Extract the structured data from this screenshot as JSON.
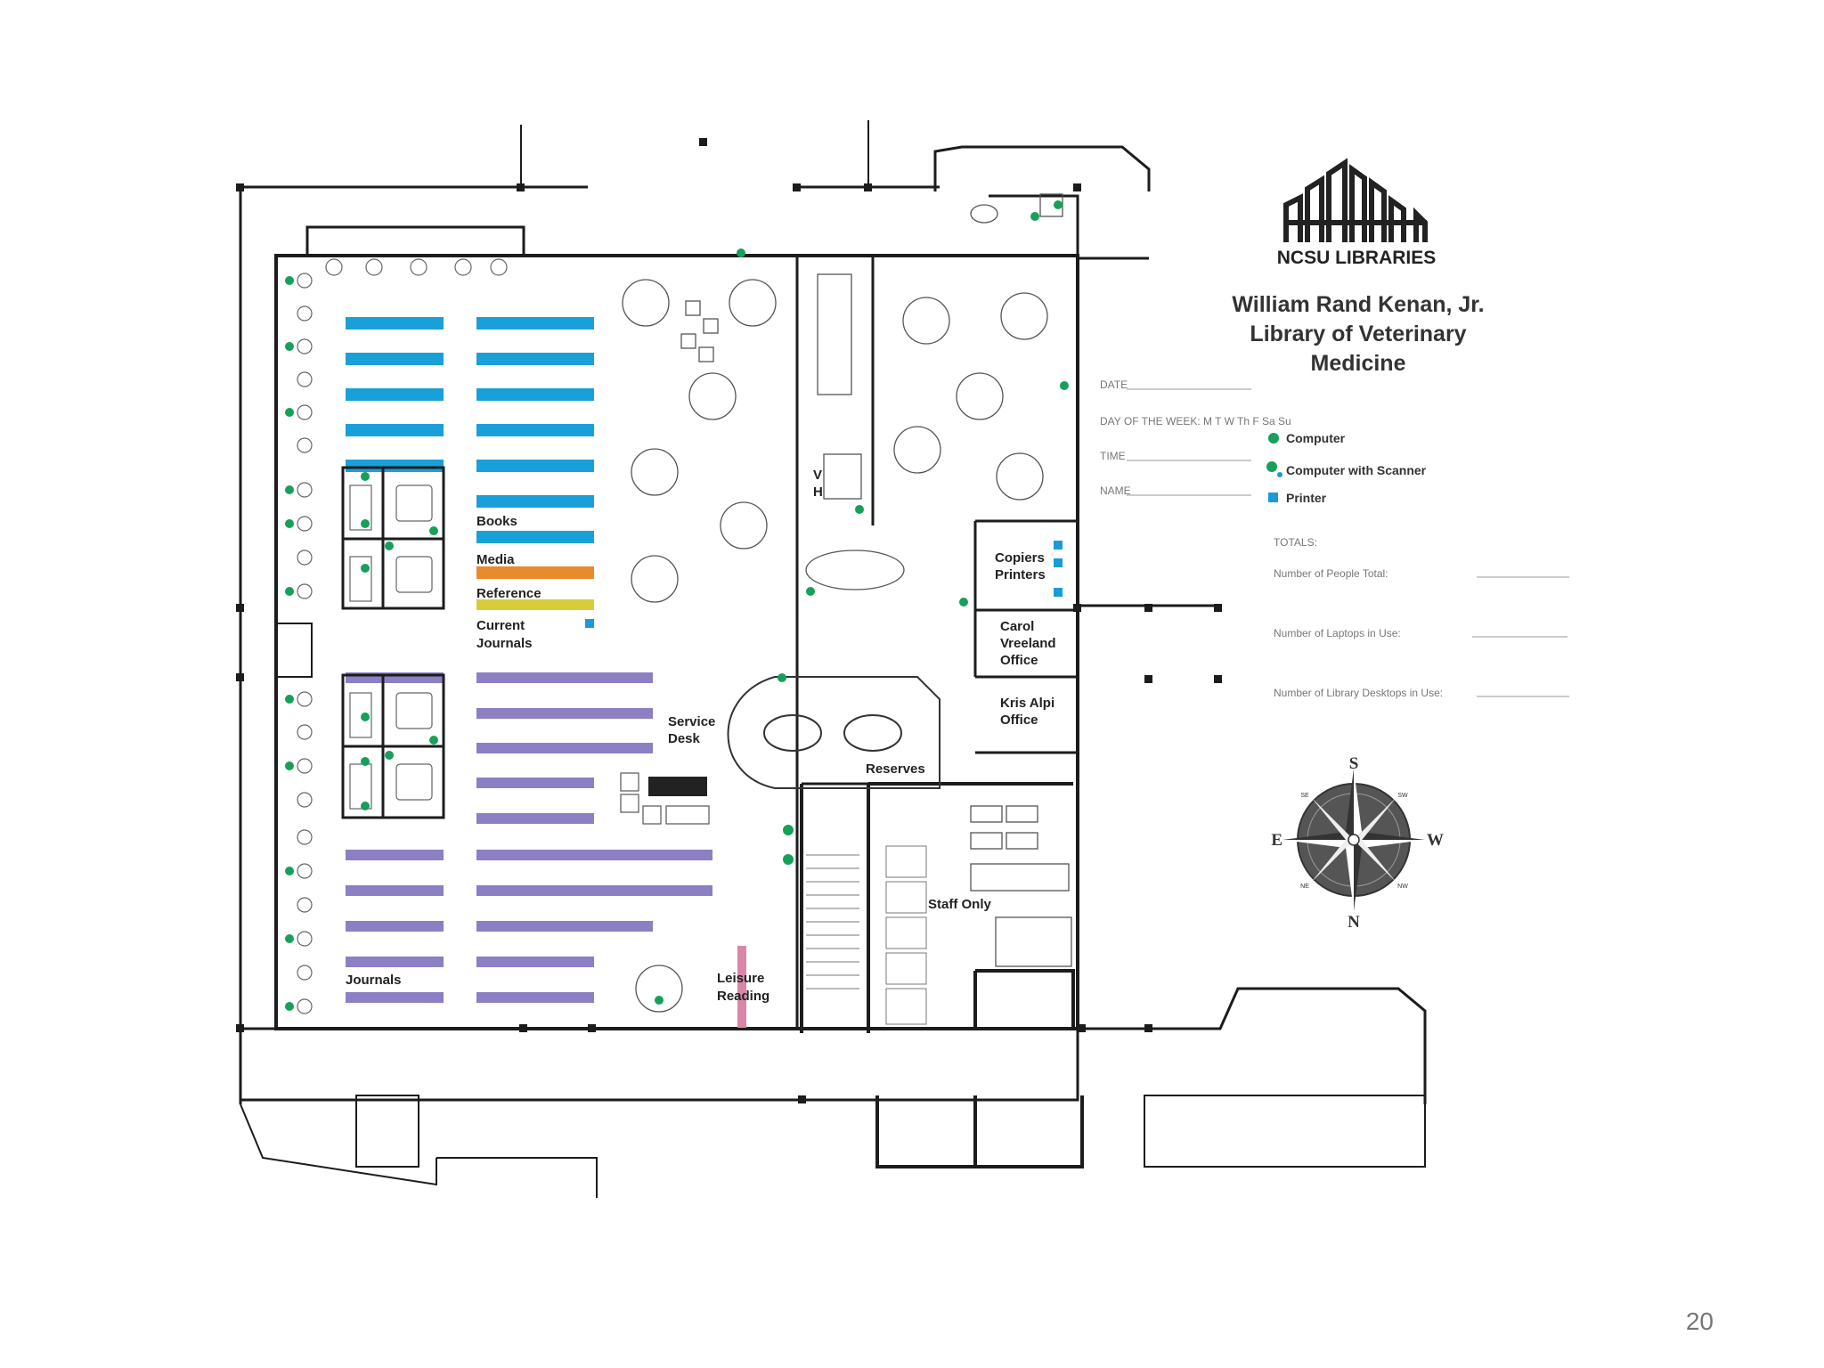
{
  "slide": {
    "page_number": "20"
  },
  "brand": {
    "name": "NCSU LIBRARIES"
  },
  "title": {
    "line1": "William Rand Kenan, Jr.",
    "line2": "Library of Veterinary",
    "line3": "Medicine"
  },
  "legend": {
    "computer": "Computer",
    "computer_scanner": "Computer with Scanner",
    "printer": "Printer"
  },
  "form": {
    "date": "DATE",
    "day": "DAY OF THE WEEK: M   T   W   Th   F   Sa   Su",
    "time": "TIME",
    "name": "NAME",
    "totals": "TOTALS:",
    "people": "Number of People Total:",
    "laptops": "Number of Laptops in Use:",
    "desktops": "Number of Library Desktops in Use:"
  },
  "rooms": {
    "books": "Books",
    "media": "Media",
    "reference": "Reference",
    "current_journals_1": "Current",
    "current_journals_2": "Journals",
    "journals": "Journals",
    "service_desk_1": "Service",
    "service_desk_2": "Desk",
    "reserves": "Reserves",
    "leisure_1": "Leisure",
    "leisure_2": "Reading",
    "copiers": "Copiers",
    "printers": "Printers",
    "carol_1": "Carol",
    "carol_2": "Vreeland",
    "carol_3": "Office",
    "kris_1": "Kris Alpi",
    "kris_2": "Office",
    "staff_only": "Staff Only",
    "vet_history_1": "V",
    "vet_history_2": "H"
  },
  "compass": {
    "north": "N",
    "south": "S",
    "east": "E",
    "west": "W",
    "se": "SE",
    "sw": "SW",
    "ne": "NE",
    "nw": "NW"
  },
  "colors": {
    "books": "#1aa0d8",
    "media": "#e88a2e",
    "reference": "#d9cc3a",
    "journals": "#8c7fc4",
    "leisure": "#d987a8",
    "computer": "#16a05a",
    "printer": "#1a9bd6",
    "wall": "#1c1c1c"
  }
}
